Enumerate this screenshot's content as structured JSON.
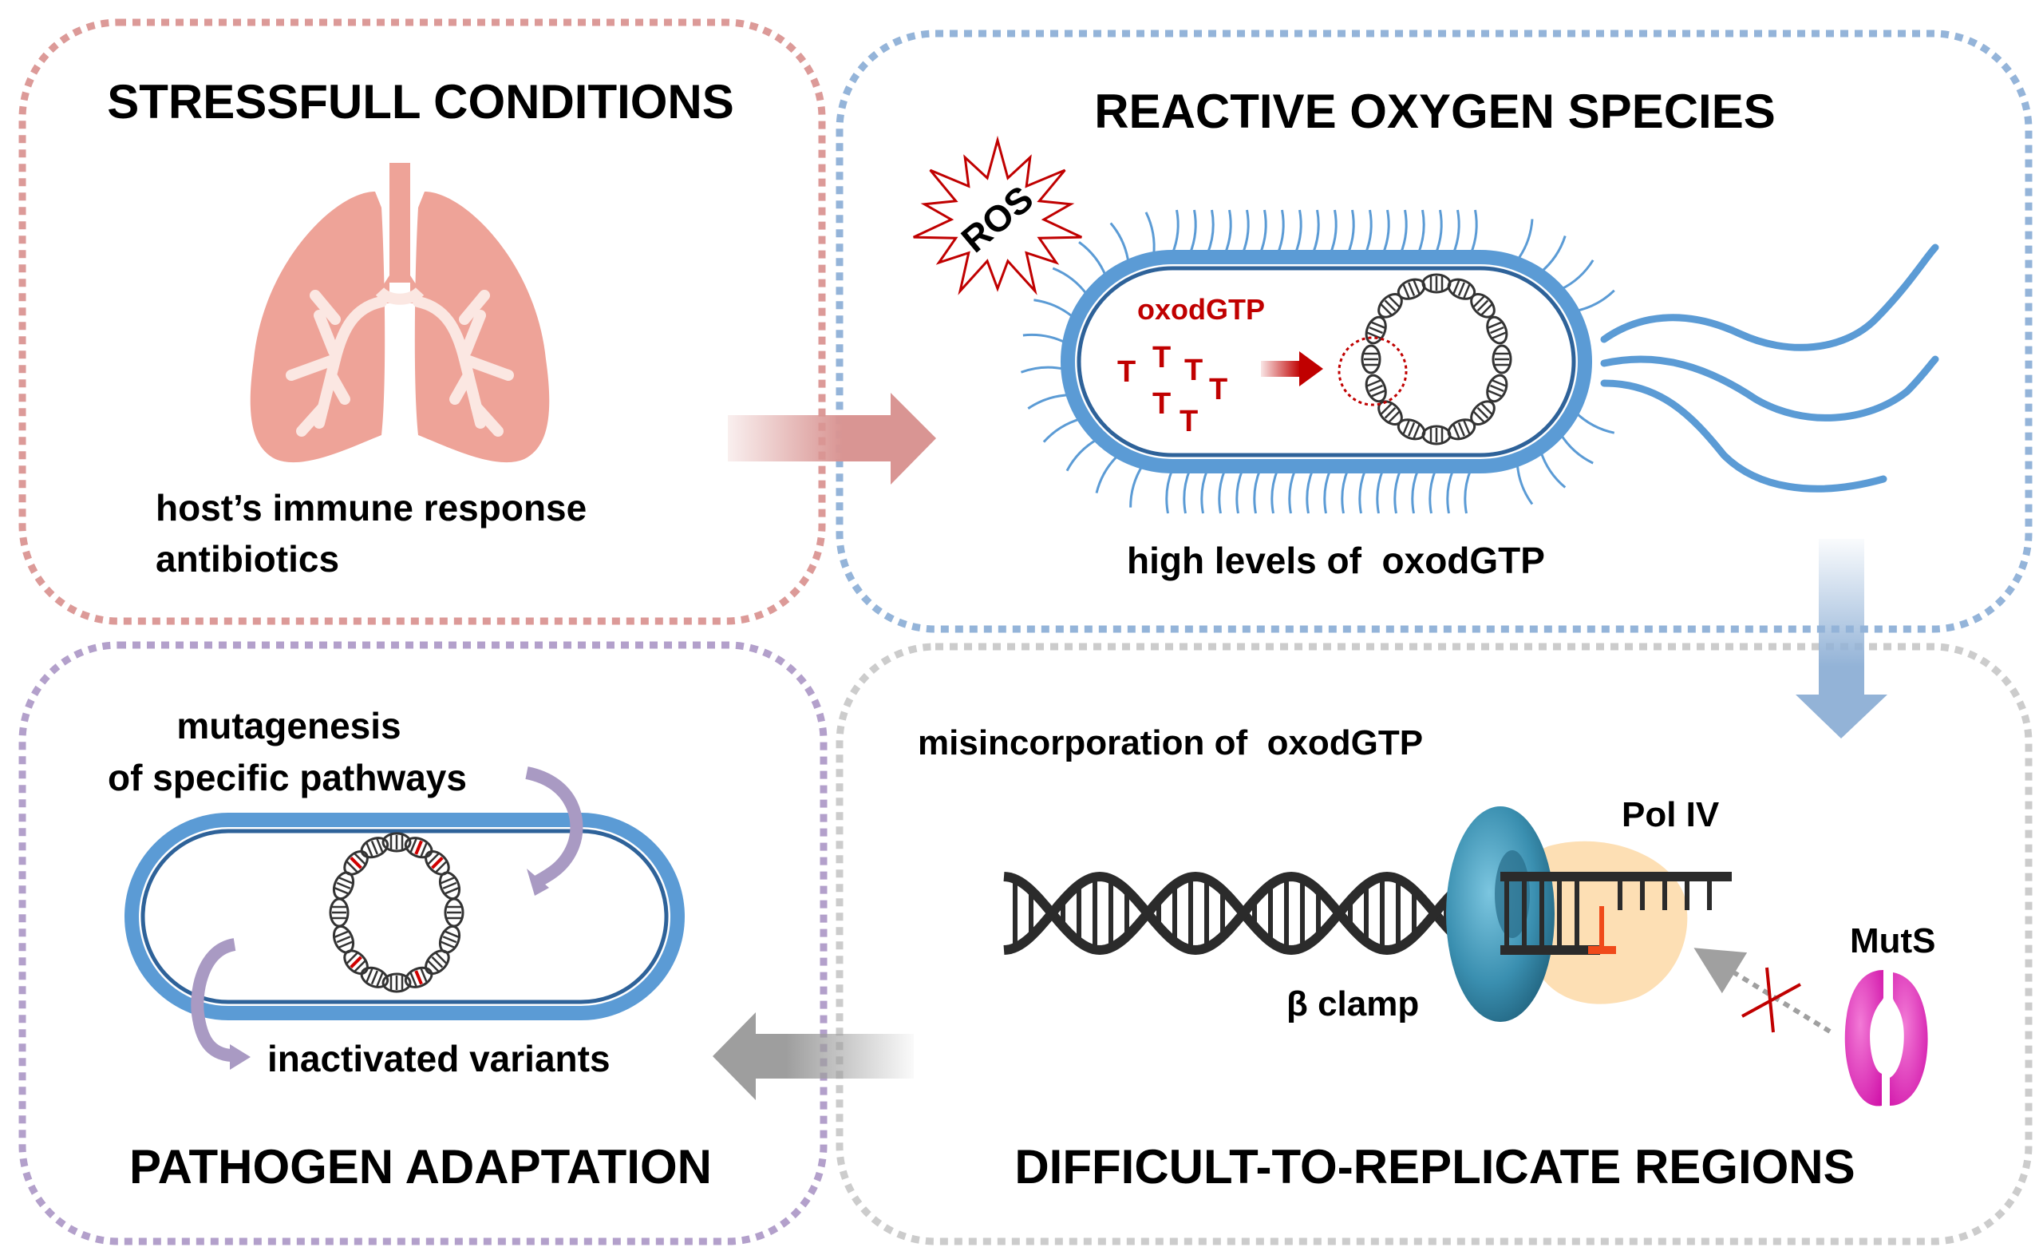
{
  "panels": {
    "stress": {
      "title": "STRESSFULL CONDITIONS",
      "caption_line1": "host’s immune response",
      "caption_line2": "antibiotics",
      "border_color": "#dc9a98",
      "icon": "lungs-icon"
    },
    "ros": {
      "title": "REACTIVE OXYGEN SPECIES",
      "burst_label": "ROS",
      "inner_label": "oxodGTP",
      "nucleotide_glyph": "T",
      "caption": "high levels of  oxodGTP",
      "border_color": "#94b4d9",
      "icon": "bacterium-icon"
    },
    "replication": {
      "title": "DIFFICULT-TO-REPLICATE REGIONS",
      "subtitle": "misincorporation of  oxodGTP",
      "pol_label": "Pol IV",
      "clamp_label": "β clamp",
      "muts_label": "MutS",
      "border_color": "#cccccc"
    },
    "adaptation": {
      "title": "PATHOGEN ADAPTATION",
      "caption_top_line1": "mutagenesis",
      "caption_top_line2": "of specific pathways",
      "caption_bottom": "inactivated variants",
      "border_color": "#b3a0cb"
    }
  },
  "colors": {
    "flow_arrow_1": "#d99593",
    "flow_arrow_2": "#93b3d7",
    "flow_arrow_3": "#9e9e9e",
    "oxodGTP_red": "#c00000",
    "membrane_blue": "#5b9bd5",
    "membrane_dark": "#2e6299",
    "lung_pink": "#eea398",
    "clamp_teal": "#3a8fb0",
    "polIV_orange": "#fcd49b",
    "muts_magenta": "#e020b0",
    "curved_arrow_purple": "#a99ac3"
  }
}
